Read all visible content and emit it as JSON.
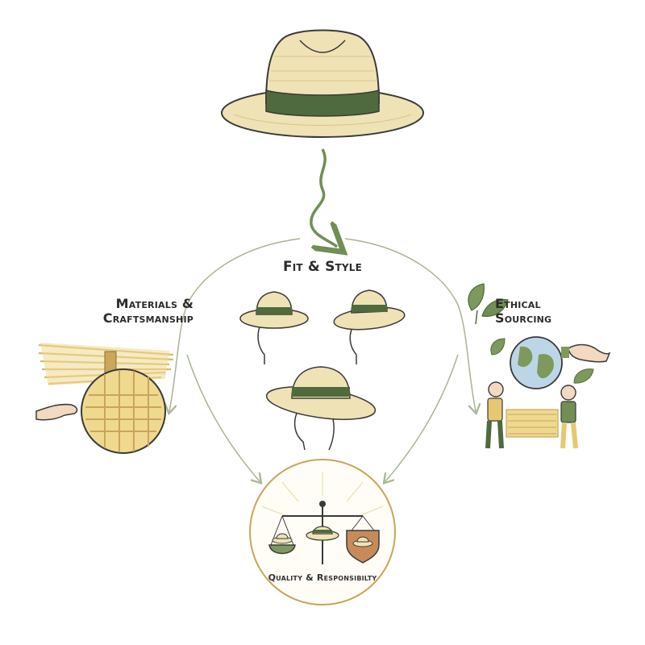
{
  "labels": {
    "fit_style": "Fit & Style",
    "materials_line1": "Materials &",
    "materials_line2": "Craftsmanship",
    "ethical_line1": "Ethical",
    "ethical_line2": "Sourcing",
    "quality": "Quality & Responsibilty"
  },
  "colors": {
    "straw": "#efe2b4",
    "straw_dark": "#d9c48a",
    "band": "#4f6a3c",
    "band_light": "#7d9a5c",
    "line": "#a7b592",
    "gold": "#c9a55a",
    "ink": "#3a3a3a"
  },
  "icons": [
    "main-hat-icon",
    "hat-on-head-icon",
    "straw-bundle-icon",
    "woven-disc-icon",
    "hand-icon",
    "leaf-icon",
    "globe-icon",
    "handshake-icon",
    "people-icon",
    "scale-icon",
    "shield-icon"
  ]
}
